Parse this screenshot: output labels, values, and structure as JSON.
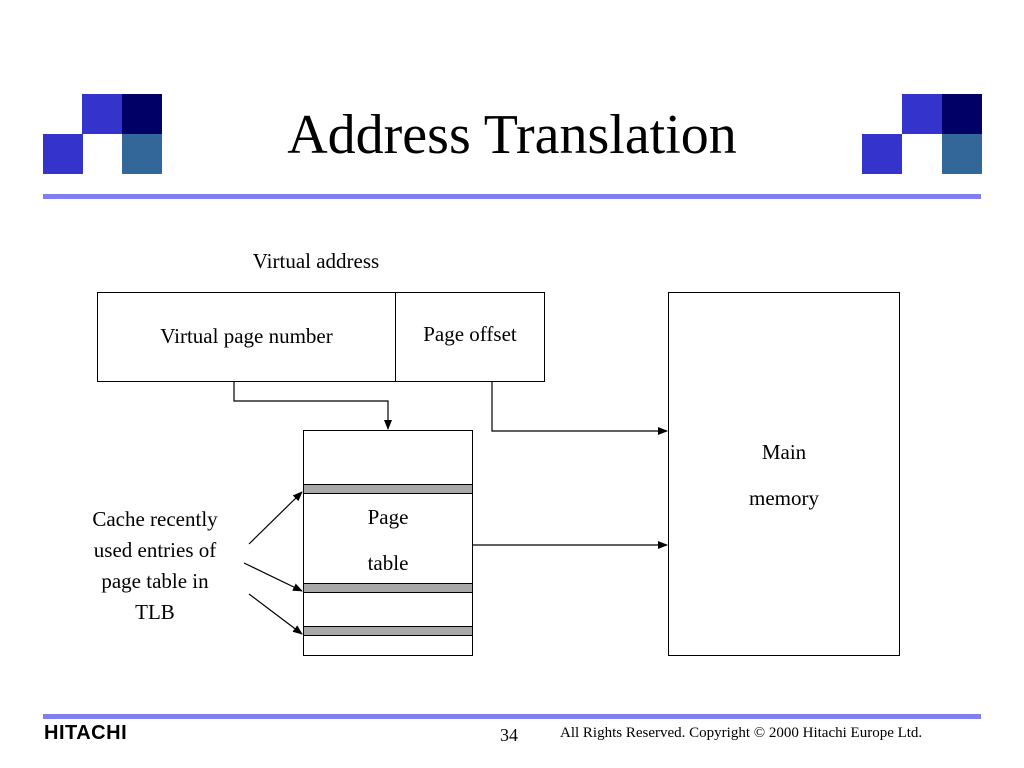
{
  "slide": {
    "title": "Address Translation",
    "page_number": "34",
    "copyright": "All Rights Reserved. Copyright © 2000 Hitachi Europe Ltd.",
    "brand": "HITACHI"
  },
  "colors": {
    "accent_rule": "#7f7ff2",
    "square_blue": "#3434cc",
    "square_navy": "#000066",
    "square_steel": "#336699",
    "tlb_band": "#a8a8a8"
  },
  "diagram": {
    "virtual_address_label": "Virtual address",
    "virtual_page_number": "Virtual page number",
    "page_offset": "Page offset",
    "page_table_line1": "Page",
    "page_table_line2": "table",
    "main_memory_line1": "Main",
    "main_memory_line2": "memory",
    "cache_note_lines": [
      "Cache recently",
      "used entries of",
      "page table in",
      "TLB"
    ]
  }
}
